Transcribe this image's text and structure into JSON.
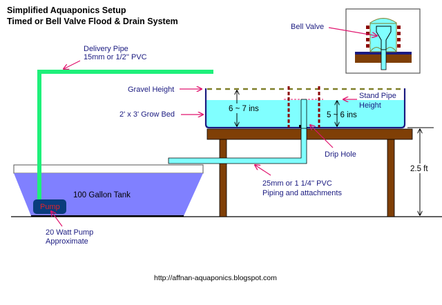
{
  "title": {
    "line1": "Simplified Aquaponics Setup",
    "line2": "Timed or Bell Valve Flood & Drain System"
  },
  "labels": {
    "delivery_pipe": {
      "line1": "Delivery Pipe",
      "line2": "15mm or 1/2'' PVC"
    },
    "bell_valve": "Bell Valve",
    "gravel_height": "Gravel Height",
    "grow_bed": "2' x 3' Grow Bed",
    "gravel_depth": "6 ~ 7 ins",
    "stand_pipe": {
      "line1": "Stand Pipe",
      "line2": "Height"
    },
    "water_depth": "5 ~ 6 ins",
    "drip_hole": "Drip Hole",
    "table_height": "2.5 ft",
    "tank": "100 Gallon Tank",
    "pump": "Pump",
    "pump_note": {
      "line1": "20 Watt Pump",
      "line2": "Approximate"
    },
    "return_pipe": {
      "line1": "25mm or 1 1/4'' PVC",
      "line2": "Piping and attachments"
    }
  },
  "footer": {
    "url": "http://affnan-aquaponics.blogspot.com"
  },
  "colors": {
    "delivery_pipe": "#1ef07a",
    "water_bed": "#80ffff",
    "water_tank": "#8080ff",
    "wood": "#7f3f06",
    "pump": "#0a3c7c",
    "arrow": "#e0146e",
    "gravel_line": "#7f7f2a",
    "stand_pipe_dash": "#8b0000",
    "bed_outline": "#1a1a80",
    "label_text": "#1a1a80"
  }
}
